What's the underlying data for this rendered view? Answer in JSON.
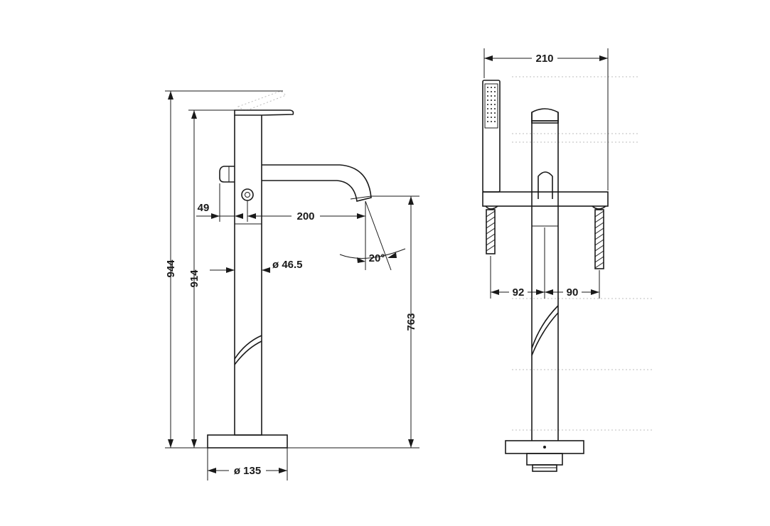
{
  "side_view": {
    "dimensions": {
      "total_height": "944",
      "body_height": "914",
      "spout_height": "763",
      "spout_reach": "200",
      "spout_angle": "20°",
      "column_diameter": "ø 46.5",
      "base_diameter": "ø 135",
      "diverter_offset": "49"
    }
  },
  "front_view": {
    "dimensions": {
      "overall_width": "210",
      "left_offset": "92",
      "right_offset": "90"
    }
  }
}
